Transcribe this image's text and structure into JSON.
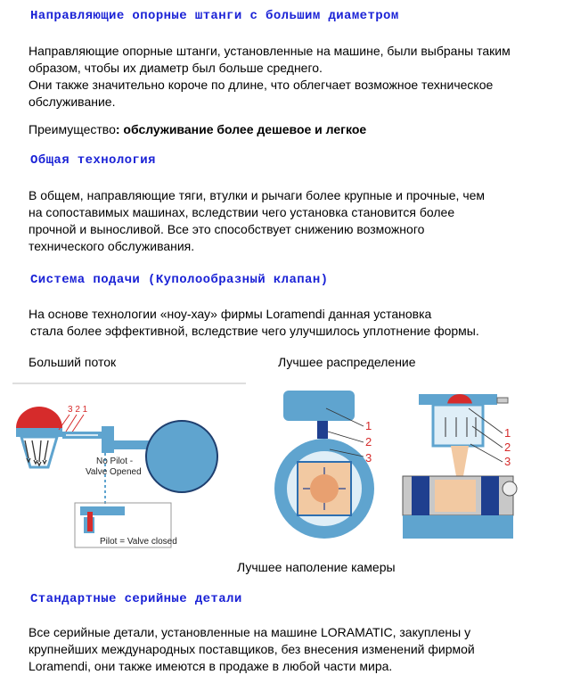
{
  "sections": {
    "guide_bars": {
      "heading": "Направляющие опорные штанги с большим диаметром",
      "p1_line1": "Направляющие опорные штанги, установленные на машине, были выбраны таким",
      "p1_line2": "образом, чтобы их диаметр был больше среднего.",
      "p1_line3": "Они также значительно короче по длине, что облегчает возможное техническое",
      "p1_line4": "обслуживание.",
      "advantage_label": "Преимущество",
      "advantage_value": ": обслуживание более дешевое и легкое"
    },
    "general_tech": {
      "heading": "Общая технология",
      "line1": "В общем, направляющие тяги, втулки и рычаги более крупные и прочные, чем",
      "line2": "на сопоставимых машинах, вследствии чего установка становится более",
      "line3": "прочной и выносливой. Все это способствует снижению возможного",
      "line4": "технического обслуживания."
    },
    "feed_system": {
      "heading": "Система подачи (Куполообразный клапан)",
      "line1": "На основе технологии «ноу-хау» фирмы  Loramendi данная установка",
      "line2": "стала более эффективной, вследствие чего улучшилось уплотнение формы.",
      "caption_left": "Больший поток",
      "caption_right": "Лучшее распределение",
      "caption_bottom": "Лучшее наполение камеры",
      "fig_left": {
        "num_label": "3 2 1",
        "no_pilot_1": "No Pilot -",
        "no_pilot_2": "Valve Opened",
        "pilot": "Pilot = Valve closed"
      },
      "fig_right": {
        "labels_a": [
          "1",
          "2",
          "3"
        ],
        "labels_b": [
          "1",
          "2",
          "3"
        ]
      }
    },
    "standard_parts": {
      "heading": "Стандартные серийные детали",
      "line1": "Все серийные детали, установленные на машине LORAMATIC, закуплены у",
      "line2": "крупнейших международных поставщиков, без внесения изменений фирмой",
      "line3": "Loramendi, они также имеются в продаже в любой части мира."
    }
  },
  "colors": {
    "heading": "#1a22d6",
    "diagram_blue": "#5fa4cf",
    "diagram_red": "#d62b2b"
  }
}
